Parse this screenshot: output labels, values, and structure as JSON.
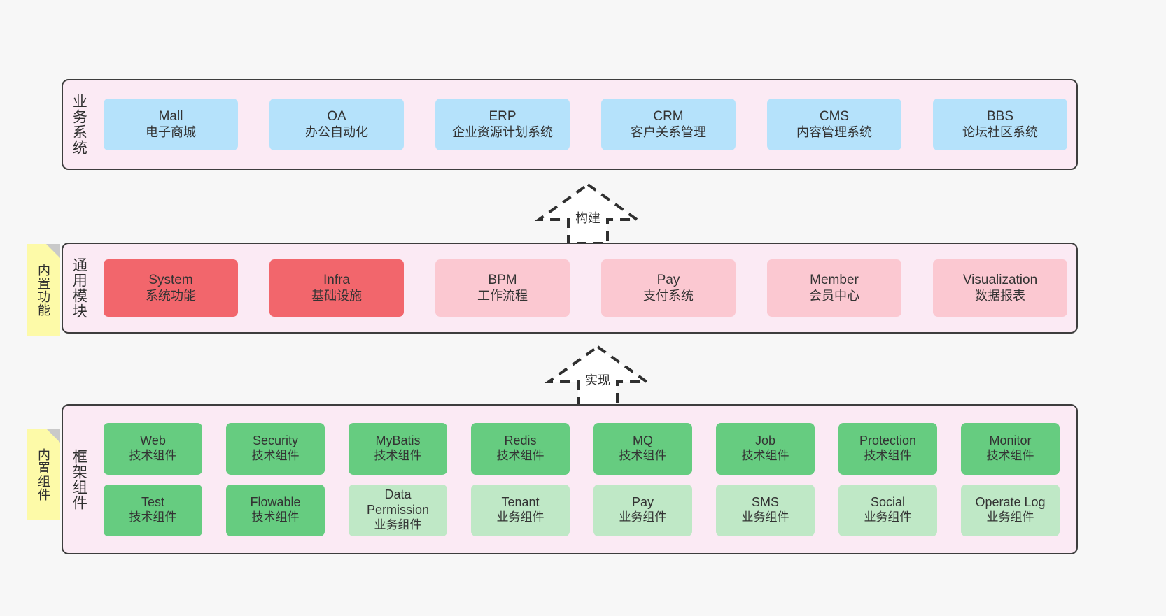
{
  "diagram": {
    "background": "#f7f7f7",
    "layers": [
      {
        "id": "business-systems",
        "title": "业务系统",
        "panel_color": "#fbeaf4",
        "rows": [
          {
            "cards": [
              {
                "en": "Mall",
                "cn": "电子商城",
                "color": "#b5e2fb",
                "style": "blue"
              },
              {
                "en": "OA",
                "cn": "办公自动化",
                "color": "#b5e2fb",
                "style": "blue"
              },
              {
                "en": "ERP",
                "cn": "企业资源计划系统",
                "color": "#b5e2fb",
                "style": "blue"
              },
              {
                "en": "CRM",
                "cn": "客户关系管理",
                "color": "#b5e2fb",
                "style": "blue"
              },
              {
                "en": "CMS",
                "cn": "内容管理系统",
                "color": "#b5e2fb",
                "style": "blue"
              },
              {
                "en": "BBS",
                "cn": "论坛社区系统",
                "color": "#b5e2fb",
                "style": "blue"
              }
            ]
          }
        ]
      },
      {
        "id": "common-modules",
        "title": "通用模块",
        "panel_color": "#fbeaf4",
        "sticky": "内置功能",
        "rows": [
          {
            "cards": [
              {
                "en": "System",
                "cn": "系统功能",
                "color": "#f2666c",
                "style": "red"
              },
              {
                "en": "Infra",
                "cn": "基础设施",
                "color": "#f2666c",
                "style": "red"
              },
              {
                "en": "BPM",
                "cn": "工作流程",
                "color": "#fbc8d1",
                "style": "pink"
              },
              {
                "en": "Pay",
                "cn": "支付系统",
                "color": "#fbc8d1",
                "style": "pink"
              },
              {
                "en": "Member",
                "cn": "会员中心",
                "color": "#fbc8d1",
                "style": "pink"
              },
              {
                "en": "Visualization",
                "cn": "数据报表",
                "color": "#fbc8d1",
                "style": "pink"
              }
            ]
          }
        ]
      },
      {
        "id": "framework-components",
        "title": "框架组件",
        "panel_color": "#fbeaf4",
        "sticky": "内置组件",
        "rows": [
          {
            "cards": [
              {
                "en": "Web",
                "cn": "技术组件",
                "color": "#66cc80",
                "style": "green"
              },
              {
                "en": "Security",
                "cn": "技术组件",
                "color": "#66cc80",
                "style": "green"
              },
              {
                "en": "MyBatis",
                "cn": "技术组件",
                "color": "#66cc80",
                "style": "green"
              },
              {
                "en": "Redis",
                "cn": "技术组件",
                "color": "#66cc80",
                "style": "green"
              },
              {
                "en": "MQ",
                "cn": "技术组件",
                "color": "#66cc80",
                "style": "green"
              },
              {
                "en": "Job",
                "cn": "技术组件",
                "color": "#66cc80",
                "style": "green"
              },
              {
                "en": "Protection",
                "cn": "技术组件",
                "color": "#66cc80",
                "style": "green"
              },
              {
                "en": "Monitor",
                "cn": "技术组件",
                "color": "#66cc80",
                "style": "green"
              }
            ]
          },
          {
            "cards": [
              {
                "en": "Test",
                "cn": "技术组件",
                "color": "#66cc80",
                "style": "green"
              },
              {
                "en": "Flowable",
                "cn": "技术组件",
                "color": "#66cc80",
                "style": "green"
              },
              {
                "en": "Data Permission",
                "cn": "业务组件",
                "color": "#bfe8c6",
                "style": "lightgreen"
              },
              {
                "en": "Tenant",
                "cn": "业务组件",
                "color": "#bfe8c6",
                "style": "lightgreen"
              },
              {
                "en": "Pay",
                "cn": "业务组件",
                "color": "#bfe8c6",
                "style": "lightgreen"
              },
              {
                "en": "SMS",
                "cn": "业务组件",
                "color": "#bfe8c6",
                "style": "lightgreen"
              },
              {
                "en": "Social",
                "cn": "业务组件",
                "color": "#bfe8c6",
                "style": "lightgreen"
              },
              {
                "en": "Operate Log",
                "cn": "业务组件",
                "color": "#bfe8c6",
                "style": "lightgreen"
              }
            ]
          }
        ]
      }
    ],
    "connectors": [
      {
        "id": "build-arrow",
        "label": "构建",
        "direction": "up",
        "style": "dashed-hollow"
      },
      {
        "id": "implement-arrow",
        "label": "实现",
        "direction": "up",
        "style": "dashed-hollow"
      }
    ]
  }
}
